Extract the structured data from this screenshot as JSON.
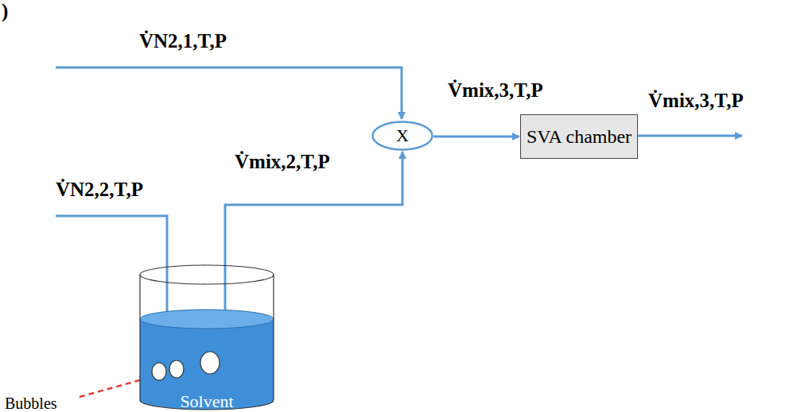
{
  "diagram": {
    "nodes": [
      {
        "text": [
          "X"
        ]
      },
      {
        "text": [
          "SVA chamber"
        ]
      },
      {
        "text": [
          "Solvent"
        ]
      }
    ],
    "edges": [
      {
        "from": 2,
        "to": 0,
        "arrow": "to",
        "label": "V̇mix,2,T,P"
      },
      {
        "from": 0,
        "to": 1,
        "arrow": "to",
        "label": "V̇mix,3,T,P"
      }
    ],
    "labels": [
      ")",
      "V̇N2,1,T,P",
      "V̇N2,2,T,P",
      "V̇mix,3,T,P",
      "Bubbles"
    ]
  }
}
